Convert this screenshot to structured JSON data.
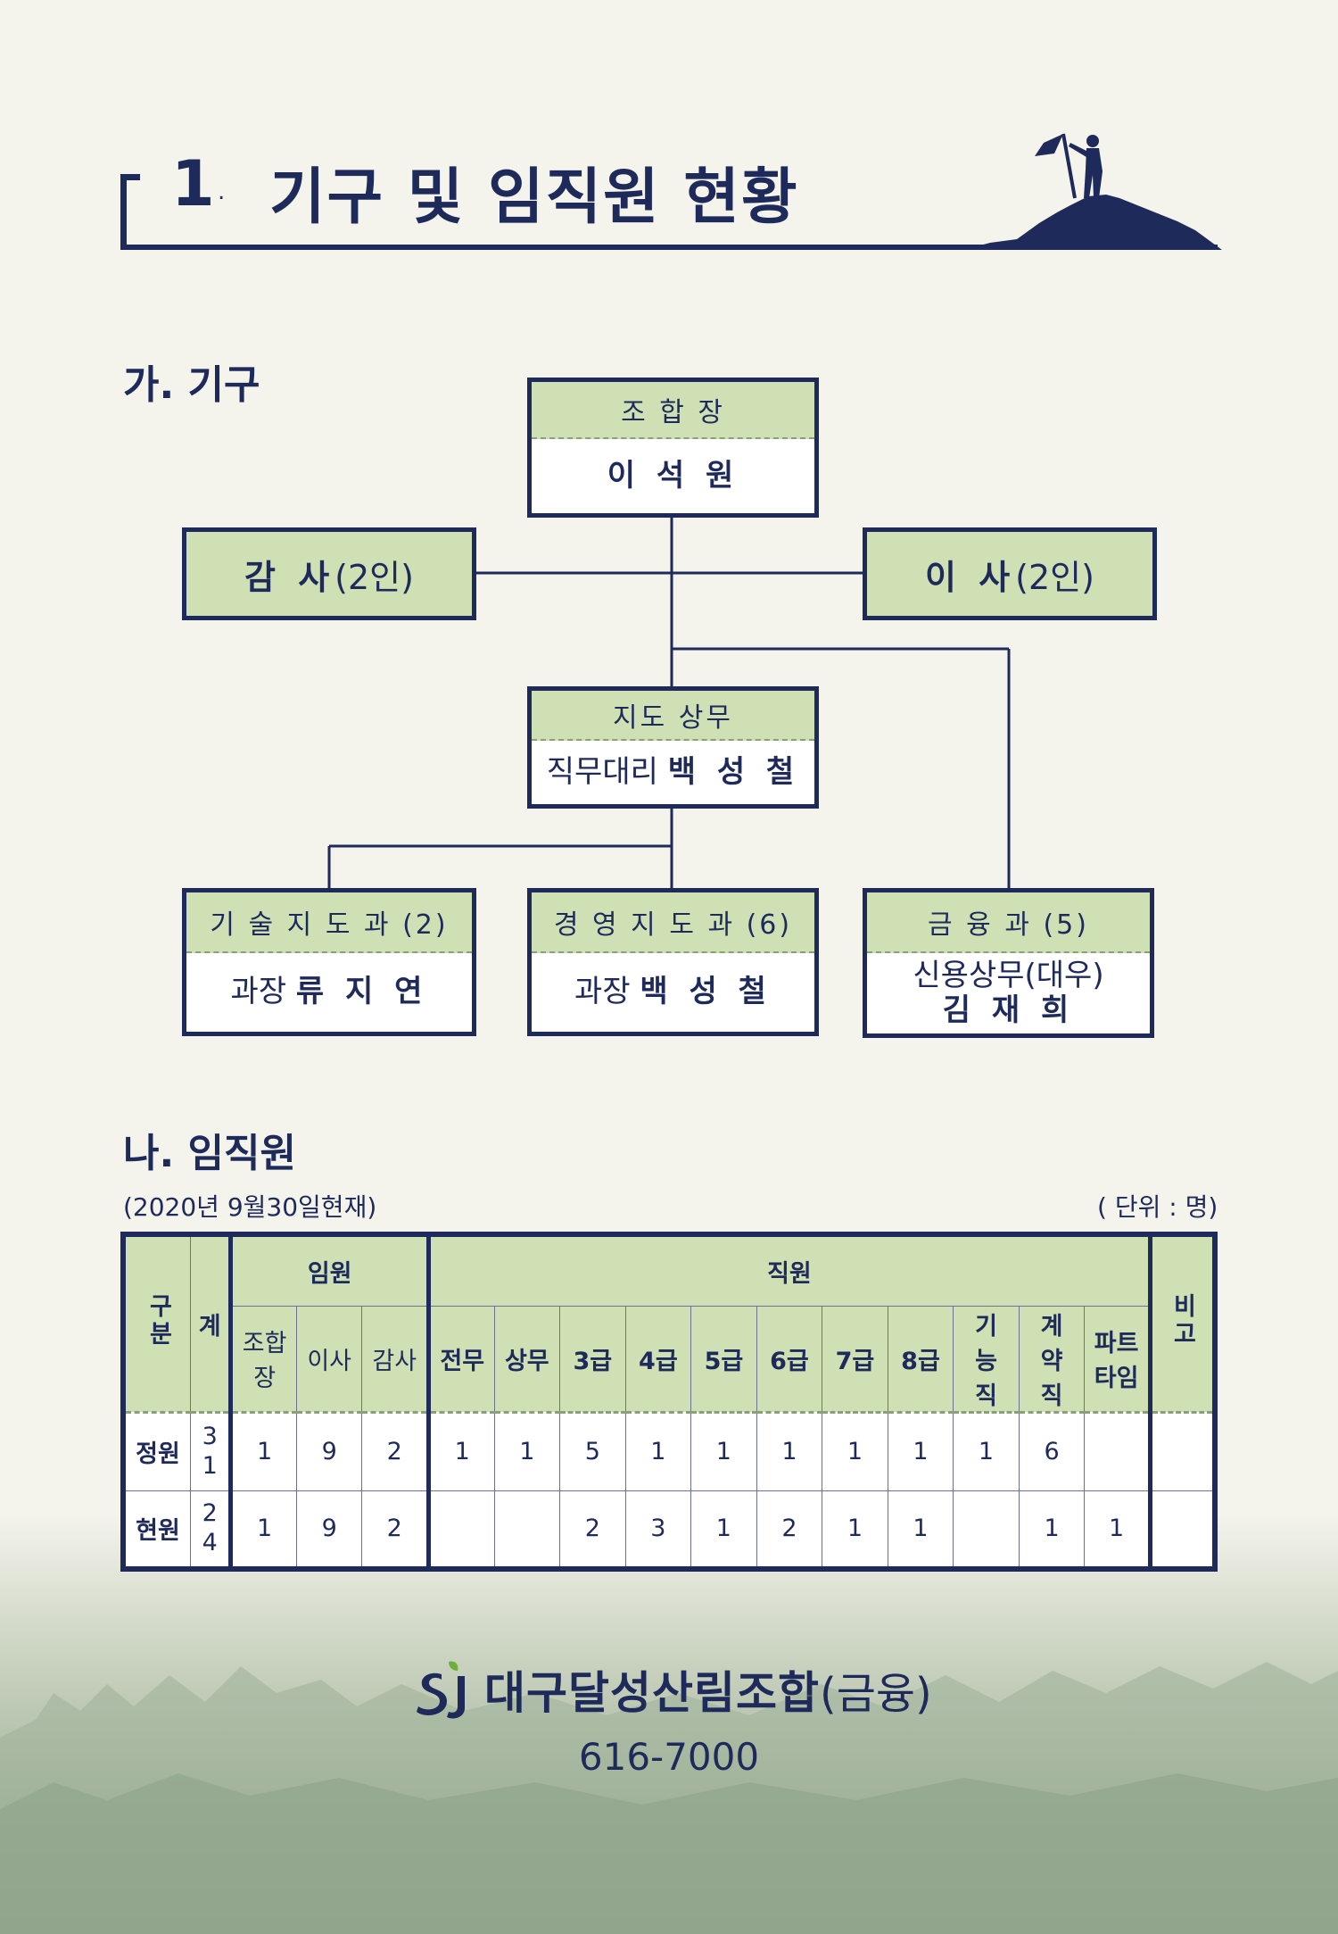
{
  "header": {
    "number": "1",
    "title": "기구 및 임직원 현황"
  },
  "section_a": {
    "title": "가. 기구"
  },
  "org": {
    "chair": {
      "role": "조 합 장",
      "name": "이 석 원"
    },
    "auditor": {
      "name": "감 사",
      "count": "(2인)"
    },
    "director": {
      "name": "이 사",
      "count": "(2인)"
    },
    "managing": {
      "role": "지도 상무",
      "prefix": "직무대리 ",
      "name": "백 성 철"
    },
    "dept1": {
      "role": "기 술 지 도 과 (2)",
      "prefix": "과장 ",
      "name": "류 지 연"
    },
    "dept2": {
      "role": "경 영 지 도 과 (6)",
      "prefix": "과장 ",
      "name": "백 성 철"
    },
    "dept3": {
      "role": "금  융  과 (5)",
      "prefix": "신용상무(대우)",
      "name": "김 재 희"
    }
  },
  "section_b": {
    "title": "나. 임직원"
  },
  "table_note": {
    "date": "(2020년 9월30일현재)",
    "unit": "( 단위 : 명)"
  },
  "table": {
    "h_gubun": "구분",
    "h_total": "계",
    "h_officers": "임원",
    "h_staff": "직원",
    "h_note": "비고",
    "sub": [
      "조합장",
      "이사",
      "감사",
      "전무",
      "상무",
      "3급",
      "4급",
      "5급",
      "6급",
      "7급",
      "8급",
      "기능직",
      "계약직",
      "파트타임"
    ],
    "rows": [
      {
        "label": "정원",
        "total": "31",
        "cells": [
          "1",
          "9",
          "2",
          "1",
          "1",
          "5",
          "1",
          "1",
          "1",
          "1",
          "1",
          "1",
          "6",
          ""
        ],
        "note": ""
      },
      {
        "label": "현원",
        "total": "24",
        "cells": [
          "1",
          "9",
          "2",
          "",
          "",
          "2",
          "3",
          "1",
          "2",
          "1",
          "1",
          "",
          "1",
          "1"
        ],
        "note": ""
      }
    ]
  },
  "footer": {
    "org_name": "대구달성산림조합",
    "org_sub": "(금융)",
    "phone": "616-7000"
  }
}
